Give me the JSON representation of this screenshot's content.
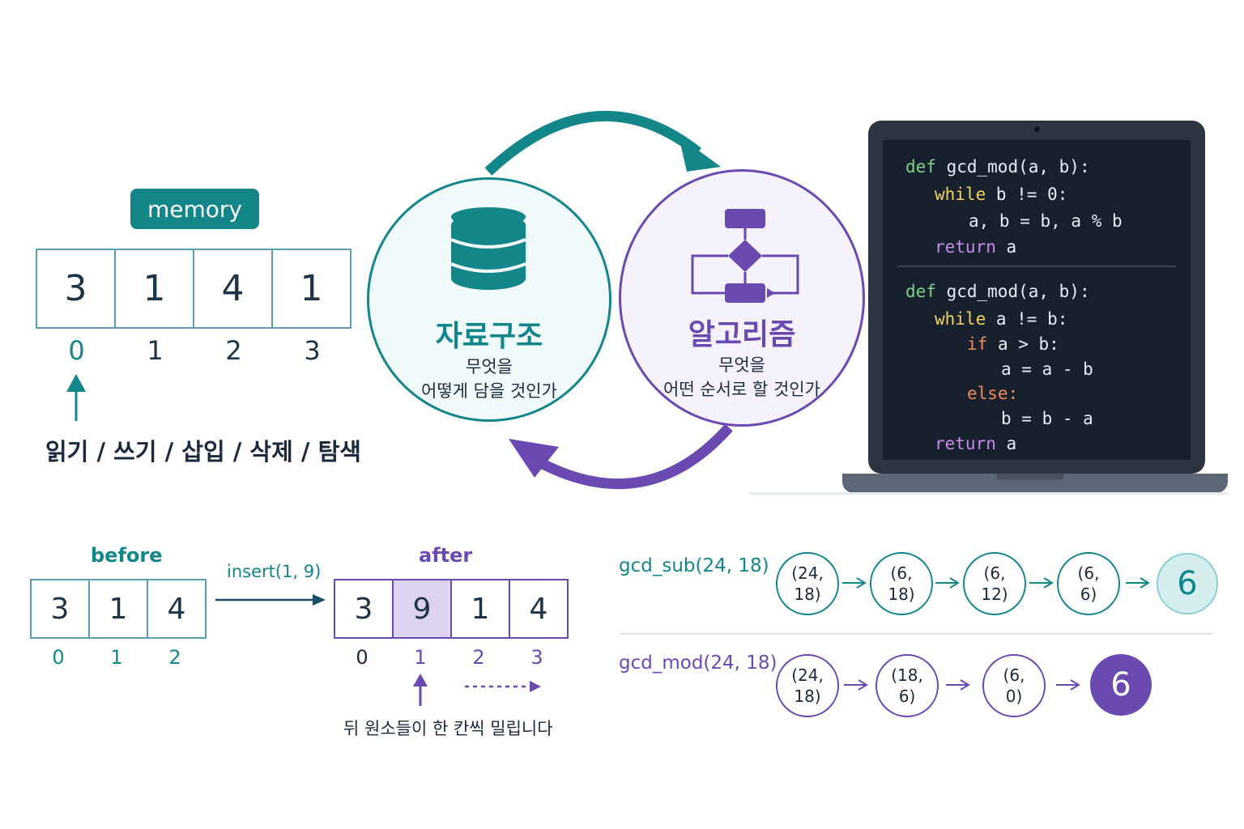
{
  "memory": {
    "label": "memory",
    "cells": [
      "3",
      "1",
      "4",
      "1"
    ],
    "indices": [
      "0",
      "1",
      "2",
      "3"
    ],
    "operations": "읽기 / 쓰기 / 삽입 / 삭제 / 탐색"
  },
  "data_structure": {
    "title": "자료구조",
    "line1": "무엇을",
    "line2": "어떻게 담을 것인가",
    "icon": "database-icon"
  },
  "algorithm": {
    "title": "알고리즘",
    "line1": "무엇을",
    "line2": "어떤 순서로 할 것인가",
    "icon": "flowchart-icon"
  },
  "code": {
    "block1": [
      {
        "kw": "def",
        "rest": " gcd_mod(a, b):",
        "indent": 0
      },
      {
        "kw": "while",
        "rest": " b != 0:",
        "indent": 1
      },
      {
        "kw": "",
        "rest": "a, b = b, a % b",
        "indent": 2
      },
      {
        "kw": "return",
        "rest": " a",
        "indent": 1
      }
    ],
    "block2": [
      {
        "kw": "def",
        "rest": " gcd_mod(a, b):",
        "indent": 0
      },
      {
        "kw": "while",
        "rest": " a != b:",
        "indent": 1
      },
      {
        "kw": "if",
        "rest": " a > b:",
        "indent": 2
      },
      {
        "kw": "",
        "rest": "a = a - b",
        "indent": 3
      },
      {
        "kw": "else",
        "rest": ":",
        "indent": 2
      },
      {
        "kw": "",
        "rest": "b = b - a",
        "indent": 3
      },
      {
        "kw": "return",
        "rest": " a",
        "indent": 1
      }
    ]
  },
  "insert_demo": {
    "before_label": "before",
    "before_cells": [
      "3",
      "1",
      "4"
    ],
    "before_indices": [
      "0",
      "1",
      "2"
    ],
    "op_label": "insert(1, 9)",
    "after_label": "after",
    "after_cells": [
      "3",
      "9",
      "1",
      "4"
    ],
    "after_indices": [
      "0",
      "1",
      "2",
      "3"
    ],
    "highlight_index": 1,
    "note": "뒤 원소들이 한 칸씩 밀립니다"
  },
  "gcd_sub": {
    "label": "gcd_sub(24, 18)",
    "steps": [
      "(24,\n18)",
      "(6,\n18)",
      "(6,\n12)",
      "(6,\n6)"
    ],
    "result": "6"
  },
  "gcd_mod": {
    "label": "gcd_mod(24, 18)",
    "steps": [
      "(24,\n18)",
      "(18,\n6)",
      "(6,\n0)"
    ],
    "result": "6"
  },
  "colors": {
    "teal": "#13868a",
    "purple": "#6a4ab0",
    "screen": "#17212e"
  }
}
